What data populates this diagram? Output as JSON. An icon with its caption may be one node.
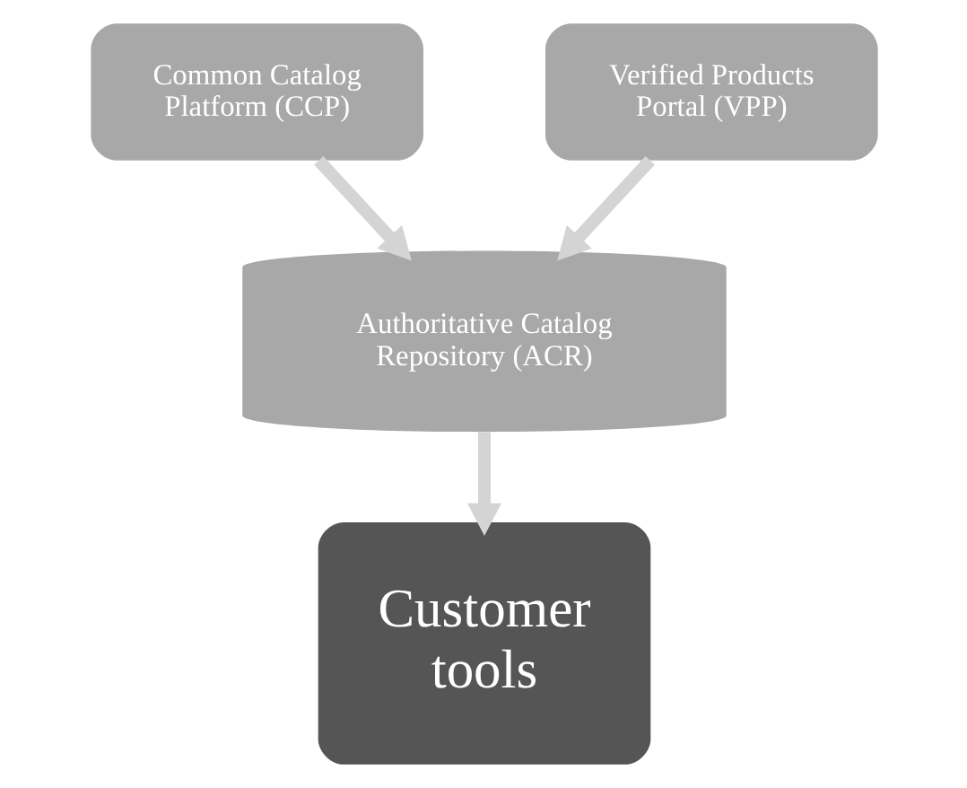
{
  "diagram": {
    "nodes": [
      {
        "text": [
          "Common Catalog Platform (CCP)"
        ]
      },
      {
        "text": [
          "Verified Products Portal (VPP)"
        ]
      },
      {
        "text": [
          "Authoritative Catalog Repository (ACR)"
        ]
      },
      {
        "text": [
          "Customer tools"
        ]
      }
    ],
    "edges": [
      {
        "from": 0,
        "to": 2,
        "arrow": "to"
      },
      {
        "from": 1,
        "to": 2,
        "arrow": "to"
      },
      {
        "from": 2,
        "to": 3,
        "arrow": "to"
      }
    ]
  }
}
